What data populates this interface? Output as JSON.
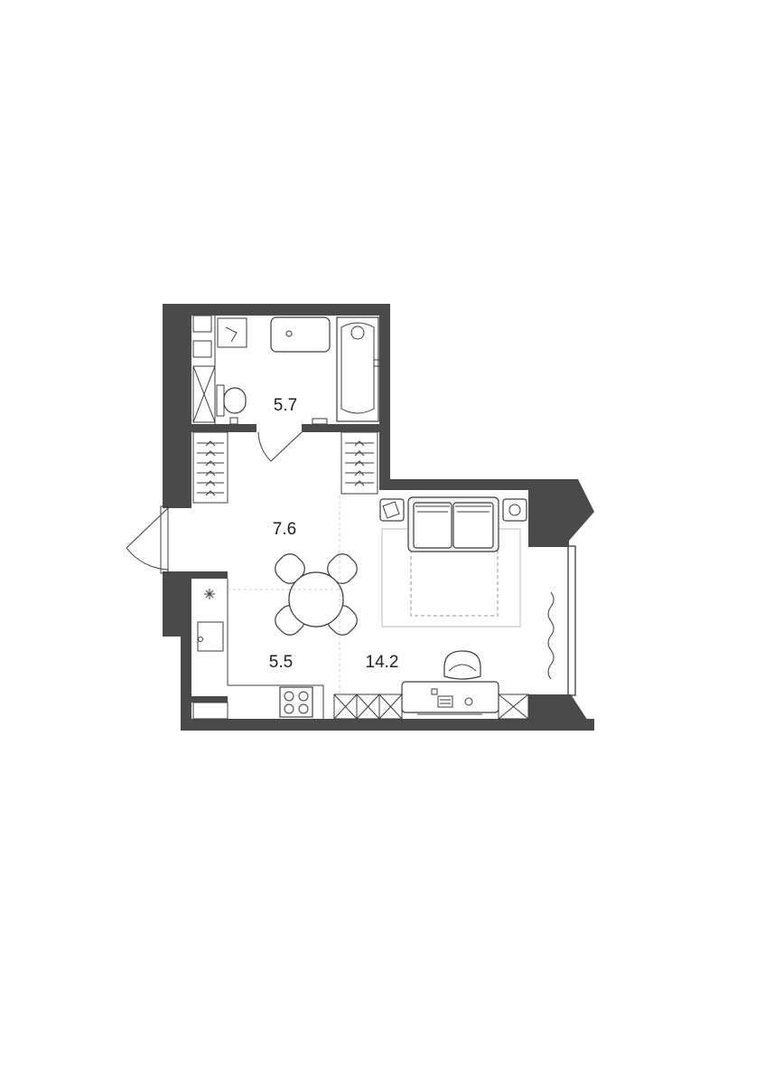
{
  "rooms": [
    {
      "id": "bathroom",
      "area": "5.7"
    },
    {
      "id": "hallway",
      "area": "7.6"
    },
    {
      "id": "kitchen",
      "area": "5.5"
    },
    {
      "id": "living-room",
      "area": "14.2"
    }
  ],
  "colors": {
    "wall": "#4a4a4a",
    "line": "#3c3c3c",
    "background": "#ffffff"
  }
}
